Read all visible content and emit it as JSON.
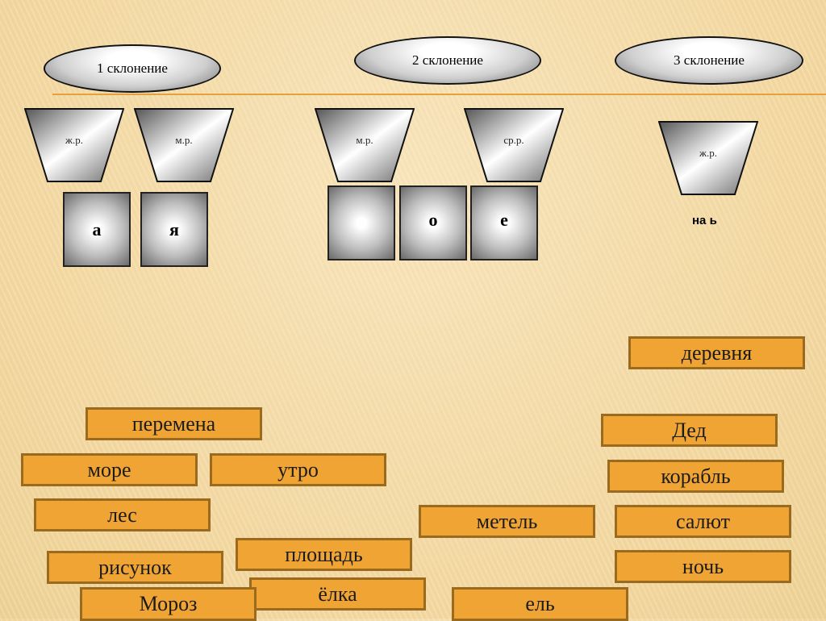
{
  "groups": [
    {
      "label": "1 склонение"
    },
    {
      "label": "2 склонение"
    },
    {
      "label": "3 склонение"
    }
  ],
  "genders": [
    "ж.р.",
    "м.р.",
    "м.р.",
    "ср.р.",
    "ж.р."
  ],
  "endings": [
    "а",
    "я",
    "",
    "о",
    "е"
  ],
  "third_note": "на ь",
  "words": [
    "деревня",
    "перемена",
    "Дед",
    "море",
    "утро",
    "корабль",
    "лес",
    "метель",
    "салют",
    "рисунок",
    "площадь",
    "ночь",
    "ёлка",
    "Мороз",
    "ель"
  ]
}
